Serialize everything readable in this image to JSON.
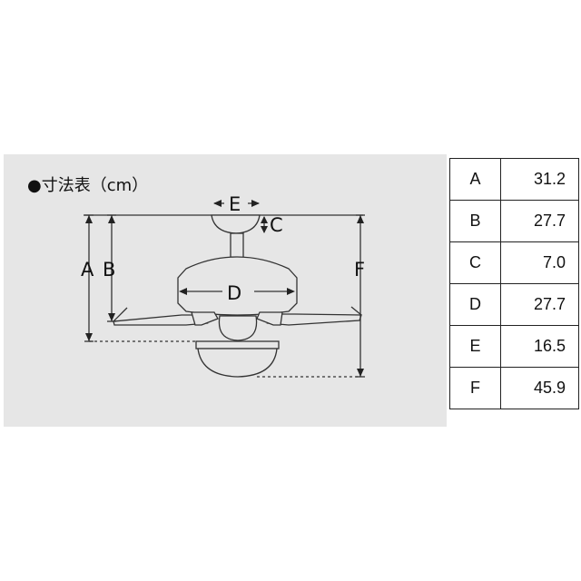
{
  "title": "●寸法表（cm）",
  "diagram_labels": {
    "a": "A",
    "b": "B",
    "c": "C",
    "d": "D",
    "e": "E",
    "f": "F"
  },
  "dimensions": [
    {
      "key": "A",
      "value": "31.2"
    },
    {
      "key": "B",
      "value": "27.7"
    },
    {
      "key": "C",
      "value": "7.0"
    },
    {
      "key": "D",
      "value": "27.7"
    },
    {
      "key": "E",
      "value": "16.5"
    },
    {
      "key": "F",
      "value": "45.9"
    }
  ]
}
